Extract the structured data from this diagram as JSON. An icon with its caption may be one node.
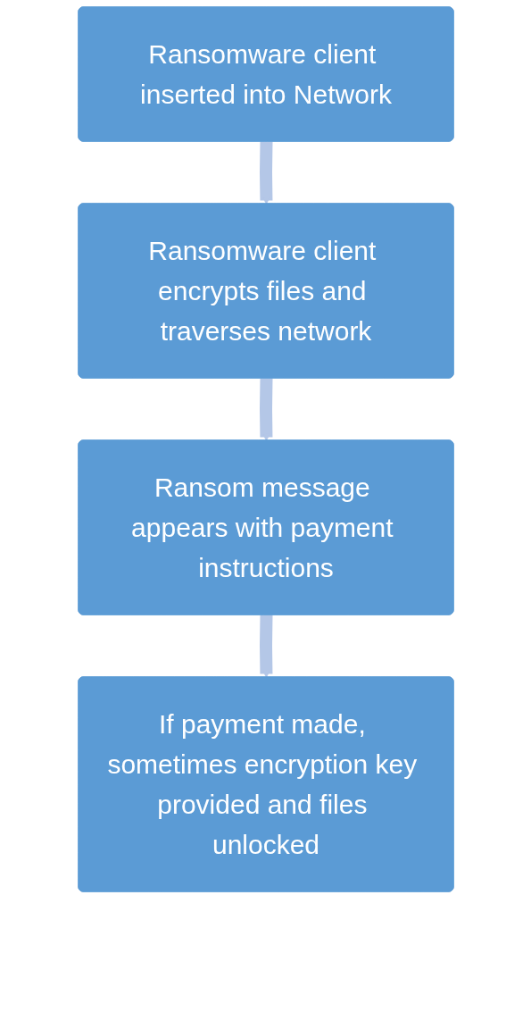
{
  "diagram": {
    "nodes": [
      {
        "text": [
          "Ransomware client inserted into Network"
        ]
      },
      {
        "text": [
          "Ransomware client encrypts files and traverses network"
        ]
      },
      {
        "text": [
          "Ransom message appears with payment instructions"
        ]
      },
      {
        "text": [
          "If payment made, sometimes encryption key provided and files unlocked"
        ]
      }
    ],
    "edges": [
      {
        "from": 0,
        "to": 1,
        "arrow": "to"
      },
      {
        "from": 1,
        "to": 2,
        "arrow": "to"
      },
      {
        "from": 2,
        "to": 3,
        "arrow": "to"
      }
    ]
  }
}
